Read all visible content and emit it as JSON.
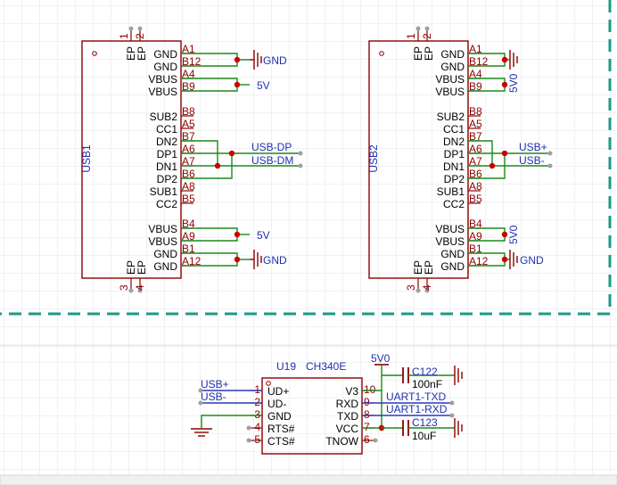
{
  "usb1": {
    "ref": "USB1",
    "top_pins": [
      "1",
      "2"
    ],
    "top_pin_names": [
      "EP",
      "EP"
    ],
    "bottom_pins": [
      "3",
      "4"
    ],
    "bottom_pin_names": [
      "EP",
      "EP"
    ],
    "pins": [
      {
        "name": "GND",
        "num": "A1"
      },
      {
        "name": "GND",
        "num": "B12"
      },
      {
        "name": "VBUS",
        "num": "A4"
      },
      {
        "name": "VBUS",
        "num": "B9"
      },
      {
        "name": "SUB2",
        "num": "B8"
      },
      {
        "name": "CC1",
        "num": "A5"
      },
      {
        "name": "DN2",
        "num": "B7"
      },
      {
        "name": "DP1",
        "num": "A6"
      },
      {
        "name": "DN1",
        "num": "A7"
      },
      {
        "name": "DP2",
        "num": "B6"
      },
      {
        "name": "SUB1",
        "num": "A8"
      },
      {
        "name": "CC2",
        "num": "B5"
      },
      {
        "name": "VBUS",
        "num": "B4"
      },
      {
        "name": "VBUS",
        "num": "A9"
      },
      {
        "name": "GND",
        "num": "B1"
      },
      {
        "name": "GND",
        "num": "A12"
      }
    ],
    "nets": {
      "gnd_top": "GND",
      "v_top": "5V",
      "dp": "USB-DP",
      "dm": "USB-DM",
      "v_bot": "5V",
      "gnd_bot": "GND"
    }
  },
  "usb2": {
    "ref": "USB2",
    "top_pins": [
      "1",
      "2"
    ],
    "top_pin_names": [
      "EP",
      "EP"
    ],
    "bottom_pins": [
      "3",
      "4"
    ],
    "bottom_pin_names": [
      "EP",
      "EP"
    ],
    "pins": [
      {
        "name": "GND",
        "num": "A1"
      },
      {
        "name": "GND",
        "num": "B12"
      },
      {
        "name": "VBUS",
        "num": "A4"
      },
      {
        "name": "VBUS",
        "num": "B9"
      },
      {
        "name": "SUB2",
        "num": "B8"
      },
      {
        "name": "CC1",
        "num": "A5"
      },
      {
        "name": "DN2",
        "num": "B7"
      },
      {
        "name": "DP1",
        "num": "A6"
      },
      {
        "name": "DN1",
        "num": "A7"
      },
      {
        "name": "DP2",
        "num": "B6"
      },
      {
        "name": "SUB1",
        "num": "A8"
      },
      {
        "name": "CC2",
        "num": "B5"
      },
      {
        "name": "VBUS",
        "num": "B4"
      },
      {
        "name": "VBUS",
        "num": "A9"
      },
      {
        "name": "GND",
        "num": "B1"
      },
      {
        "name": "GND",
        "num": "A12"
      }
    ],
    "nets": {
      "v_top": "5V0",
      "dp": "USB+",
      "dm": "USB-",
      "v_bot": "5V0",
      "gnd_bot": "GND"
    }
  },
  "u19": {
    "ref": "U19",
    "part": "CH340E",
    "left_pins": [
      {
        "name": "UD+",
        "num": "1"
      },
      {
        "name": "UD-",
        "num": "2"
      },
      {
        "name": "GND",
        "num": "3"
      },
      {
        "name": "RTS#",
        "num": "4"
      },
      {
        "name": "CTS#",
        "num": "5"
      }
    ],
    "right_pins": [
      {
        "name": "V3",
        "num": "10"
      },
      {
        "name": "RXD",
        "num": "9"
      },
      {
        "name": "TXD",
        "num": "8"
      },
      {
        "name": "VCC",
        "num": "7"
      },
      {
        "name": "TNOW",
        "num": "6"
      }
    ],
    "nets": {
      "usb_p": "USB+",
      "usb_m": "USB-",
      "v": "5V0",
      "rx": "UART1-TXD",
      "tx": "UART1-RXD"
    },
    "caps": [
      {
        "ref": "C122",
        "value": "100nF"
      },
      {
        "ref": "C123",
        "value": "10uF"
      }
    ]
  }
}
